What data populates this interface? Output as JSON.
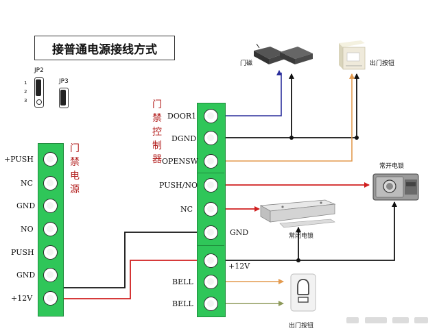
{
  "title": "接普通电源接线方式",
  "jumpers": {
    "jp2": {
      "label": "JP2",
      "pins": [
        "1",
        "2",
        "3"
      ]
    },
    "jp3": {
      "label": "JP3"
    }
  },
  "power_supply": {
    "label_chars": [
      "门",
      "禁",
      "电",
      "源"
    ],
    "terminals": [
      "+PUSH",
      "NC",
      "GND",
      "NO",
      "PUSH",
      "GND",
      "+12V"
    ]
  },
  "controller": {
    "label_chars": [
      "门",
      "禁",
      "控",
      "制",
      "器"
    ],
    "terminals": [
      "DOOR1",
      "DGND",
      "OPENSW",
      "PUSH/NO",
      "NC",
      "GND",
      "+12V",
      "BELL",
      "BELL"
    ]
  },
  "devices": {
    "door_sensor": "门磁",
    "exit_button_top": "出门按钮",
    "normally_open_lock": "常开电锁",
    "normally_closed_lock": "常闭电锁",
    "exit_button_bottom": "出门按钮"
  },
  "colors": {
    "terminal_green": "#2fc659",
    "wire_black": "#111111",
    "wire_red": "#d01f1f",
    "wire_blue": "#2b2f9c",
    "wire_orange": "#e39a4e",
    "wire_olive": "#8e9a5a",
    "label_red": "#b3201f"
  }
}
